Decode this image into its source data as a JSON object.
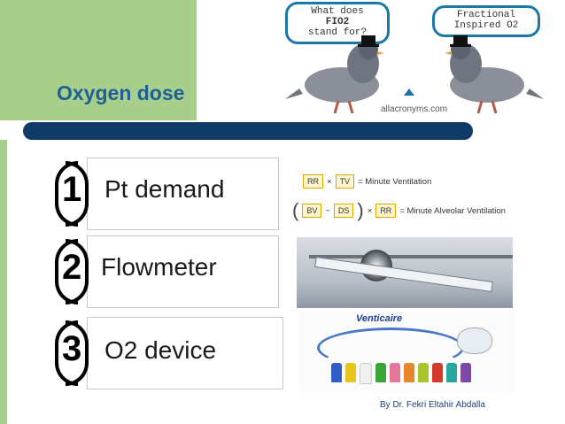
{
  "slide": {
    "title": "Oxygen dose",
    "footer": "By Dr. Fekri Eltahir Abdalla"
  },
  "cartoon": {
    "bubble_left": [
      "What does",
      "FIO2",
      "stand for?"
    ],
    "bubble_right": [
      "Fractional",
      "Inspired O2"
    ],
    "watermark": "allacronyms.com"
  },
  "items": [
    {
      "number": "1",
      "label": "Pt demand"
    },
    {
      "number": "2",
      "label": "Flowmeter"
    },
    {
      "number": "3",
      "label": "O2 device"
    }
  ],
  "formulas": {
    "minute_ventilation": {
      "a": "RR",
      "op": "×",
      "b": "TV",
      "result": "= Minute Ventilation"
    },
    "alveolar_ventilation": {
      "a": "BV",
      "minus": "−",
      "b": "DS",
      "op": "×",
      "c": "RR",
      "result": "= Minute Alveolar Ventilation"
    }
  },
  "device": {
    "brand": "Venticaire"
  },
  "colors": {
    "green_accent": "#a7cf8b",
    "navy_bar": "#0f3b66",
    "title_blue": "#1f5f93",
    "bubble_border": "#1a78a7"
  }
}
